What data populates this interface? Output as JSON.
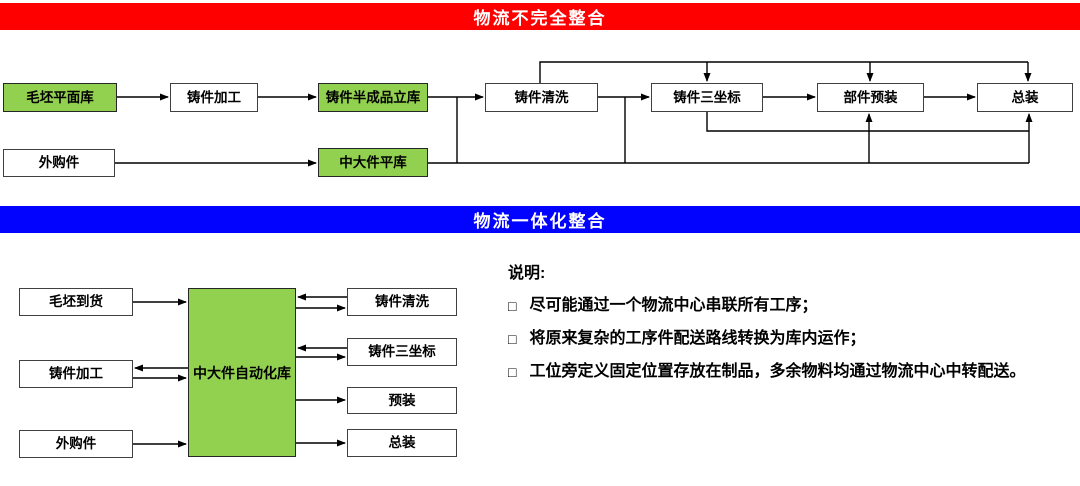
{
  "colors": {
    "header_red": "#fe0000",
    "header_blue": "#0202ff",
    "box_green": "#92d050",
    "box_border": "#404040",
    "connector": "#000000"
  },
  "section_top": {
    "title": "物流不完全整合"
  },
  "section_bottom": {
    "title": "物流一体化整合"
  },
  "top_flow": {
    "boxes": [
      {
        "label": "毛坯平面库"
      },
      {
        "label": "铸件加工"
      },
      {
        "label": "铸件半成品立库"
      },
      {
        "label": "铸件清洗"
      },
      {
        "label": "铸件三坐标"
      },
      {
        "label": "部件预装"
      },
      {
        "label": "总装"
      },
      {
        "label": "外购件"
      },
      {
        "label": "中大件平库"
      }
    ]
  },
  "bottom_flow": {
    "left_boxes": [
      {
        "label": "毛坯到货"
      },
      {
        "label": "铸件加工"
      },
      {
        "label": "外购件"
      }
    ],
    "center_box": {
      "label": "中大件自动化库"
    },
    "right_boxes": [
      {
        "label": "铸件清洗"
      },
      {
        "label": "铸件三坐标"
      },
      {
        "label": "预装"
      },
      {
        "label": "总装"
      }
    ]
  },
  "notes": {
    "title": "说明:",
    "bullet": "□",
    "items": [
      "尽可能通过一个物流中心串联所有工序；",
      "将原来复杂的工序件配送路线转换为库内运作；",
      "工位旁定义固定位置存放在制品，多余物料均通过物流中心中转配送。"
    ]
  }
}
